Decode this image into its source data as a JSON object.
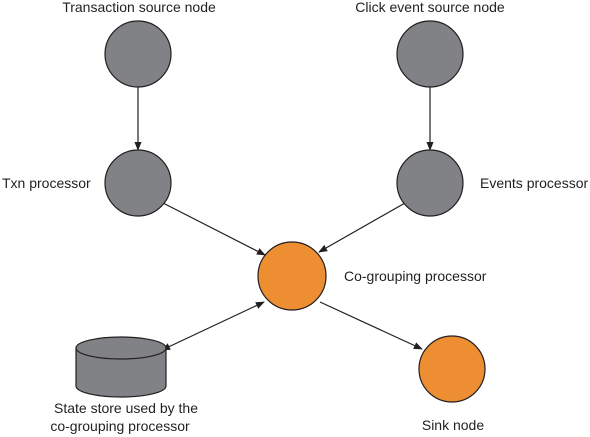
{
  "diagram": {
    "nodes": {
      "txn_source": {
        "label": "Transaction source node",
        "color": "#808285"
      },
      "click_source": {
        "label": "Click event source node",
        "color": "#808285"
      },
      "txn_processor": {
        "label": "Txn processor",
        "color": "#808285"
      },
      "events_processor": {
        "label": "Events processor",
        "color": "#808285"
      },
      "cogrouping_processor": {
        "label": "Co-grouping processor",
        "color": "#ee8e33"
      },
      "state_store": {
        "label_line1": "State store used by the",
        "label_line2": "co-grouping processor",
        "color": "#808285"
      },
      "sink": {
        "label": "Sink node",
        "color": "#ee8e33"
      }
    },
    "edges": [
      {
        "from": "txn_source",
        "to": "txn_processor",
        "direction": "forward"
      },
      {
        "from": "click_source",
        "to": "events_processor",
        "direction": "forward"
      },
      {
        "from": "txn_processor",
        "to": "cogrouping_processor",
        "direction": "forward"
      },
      {
        "from": "events_processor",
        "to": "cogrouping_processor",
        "direction": "forward"
      },
      {
        "from": "cogrouping_processor",
        "to": "state_store",
        "direction": "bidirectional"
      },
      {
        "from": "cogrouping_processor",
        "to": "sink",
        "direction": "forward"
      }
    ]
  }
}
